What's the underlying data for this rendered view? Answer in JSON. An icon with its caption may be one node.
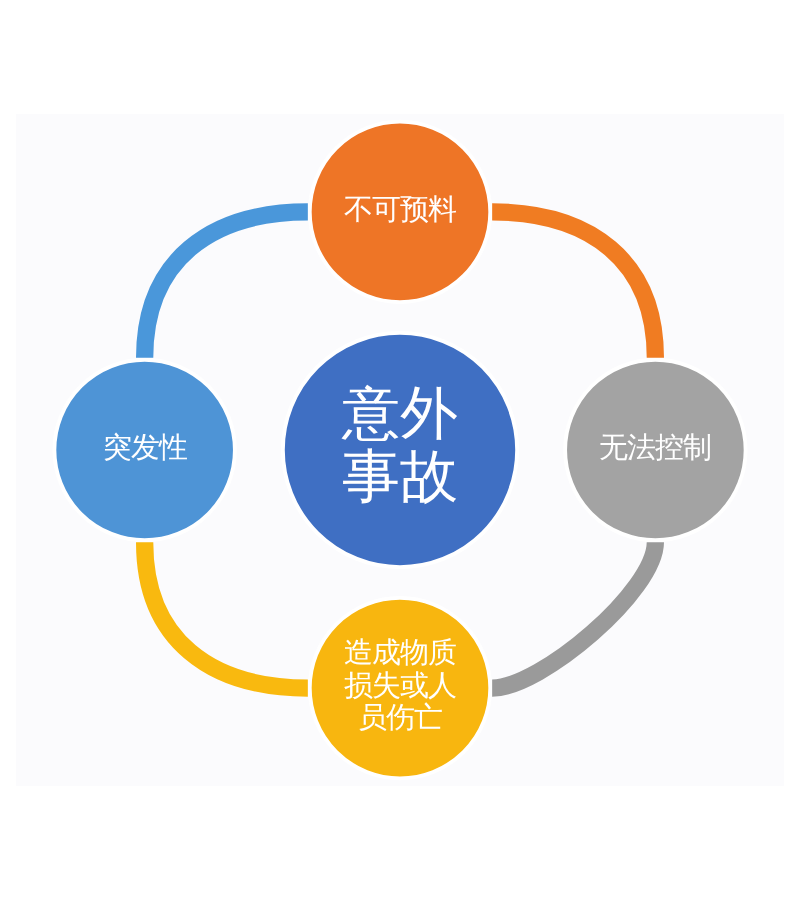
{
  "diagram": {
    "nodes": [
      {
        "text": [
          "不可预料"
        ]
      },
      {
        "text": [
          "突发性"
        ]
      },
      {
        "text": [
          "意外事故"
        ]
      },
      {
        "text": [
          "无法控制"
        ]
      },
      {
        "text": [
          "造成物质损失或人员伤亡"
        ]
      }
    ],
    "edges": [
      {
        "from": 0,
        "to": 1,
        "arrow": "none",
        "color": "#4a97da"
      },
      {
        "from": 0,
        "to": 3,
        "arrow": "none",
        "color": "#f07c22"
      },
      {
        "from": 1,
        "to": 4,
        "arrow": "none",
        "color": "#f9b90f"
      },
      {
        "from": 3,
        "to": 4,
        "arrow": "none",
        "color": "#9a9a9a"
      }
    ]
  }
}
